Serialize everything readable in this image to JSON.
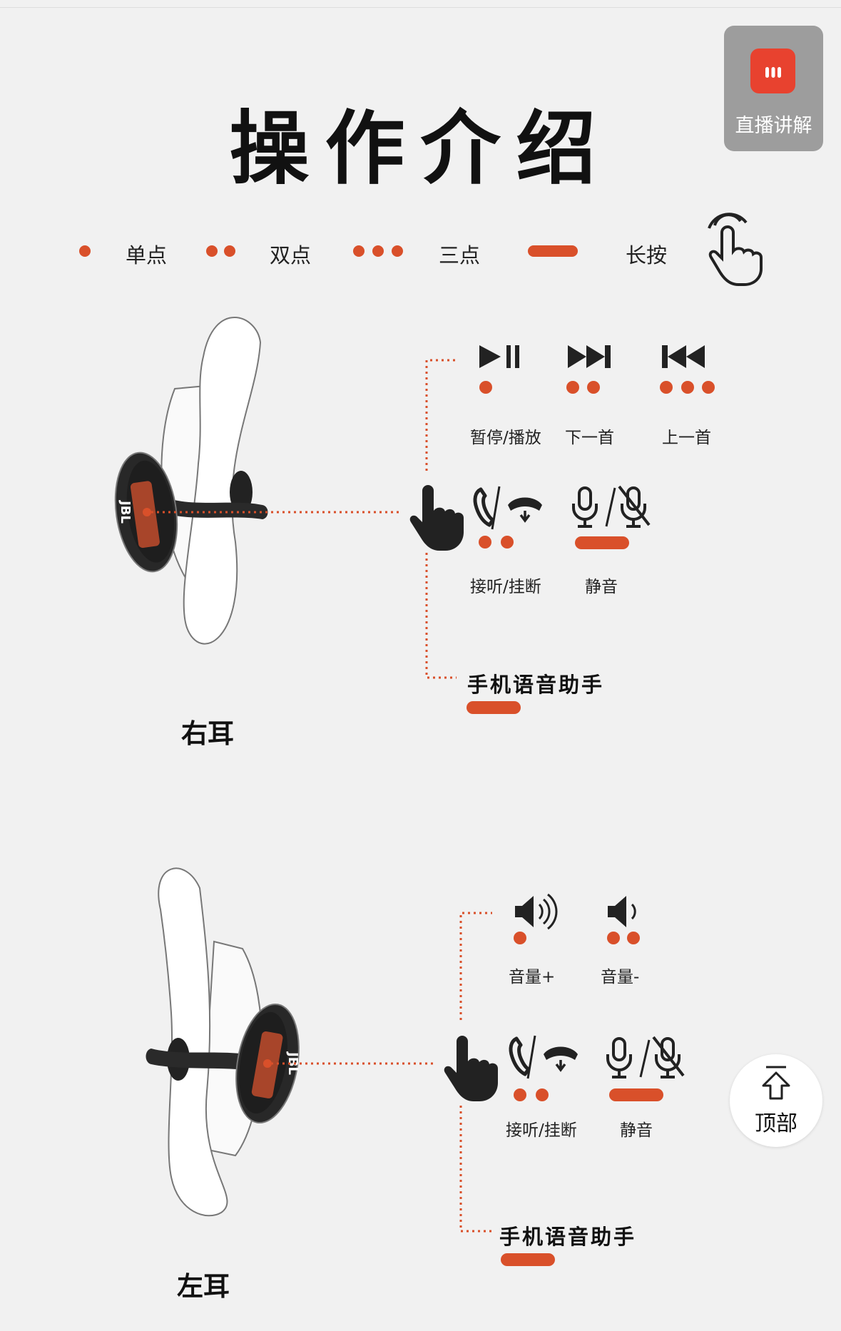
{
  "page": {
    "title": "操作介绍"
  },
  "live_button": {
    "label": "直播讲解"
  },
  "legend": {
    "single": "单点",
    "double": "双点",
    "triple": "三点",
    "long": "长按"
  },
  "right_ear": {
    "label": "右耳",
    "brand": "JBL",
    "actions": {
      "play_pause": "暂停/播放",
      "next": "下一首",
      "prev": "上一首",
      "call": "接听/挂断",
      "mute": "静音"
    },
    "assistant": "手机语音助手"
  },
  "left_ear": {
    "label": "左耳",
    "brand": "JBL",
    "actions": {
      "vol_up": "音量+",
      "vol_down": "音量-",
      "call": "接听/挂断",
      "mute": "静音"
    },
    "assistant": "手机语音助手"
  },
  "top_button": {
    "label": "顶部"
  },
  "colors": {
    "accent": "#d9502a",
    "dark": "#222222",
    "background": "#f1f1f1"
  }
}
